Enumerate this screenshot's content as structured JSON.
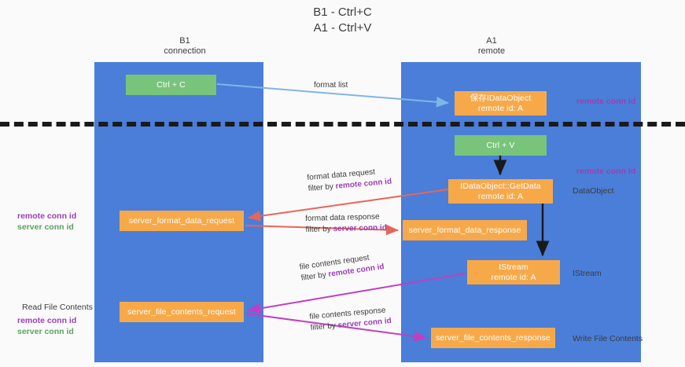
{
  "title": "B1 - Ctrl+C\nA1 - Ctrl+V",
  "columns": {
    "left": {
      "name": "B1",
      "role": "connection",
      "label": "B1\nconnection"
    },
    "right": {
      "name": "A1",
      "role": "remote",
      "label": "A1\nremote"
    }
  },
  "colors": {
    "lane": "#4a7ed8",
    "green_node": "#79c47b",
    "orange_node": "#f7a94a",
    "purple_text": "#9b3fb5",
    "green_text": "#5aa45e",
    "blue_arrow": "#7eb6e8",
    "red_arrow": "#e8655a",
    "magenta_arrow": "#c13fc1",
    "black_arrow": "#1a1a1a",
    "divider": "#1a1a1a",
    "background": "#fafafa"
  },
  "nodes": {
    "ctrl_c": {
      "label": "Ctrl + C",
      "kind": "green"
    },
    "save_idataobject": {
      "label": "保存IDataObject\nremote id: A",
      "kind": "orange"
    },
    "ctrl_v": {
      "label": "Ctrl + V",
      "kind": "green"
    },
    "getdata": {
      "label": "IDataObject::GetData\nremote id: A",
      "kind": "orange"
    },
    "server_format_data_request": {
      "label": "server_format_data_request",
      "kind": "orange"
    },
    "server_format_data_response": {
      "label": "server_format_data_response",
      "kind": "orange"
    },
    "istream": {
      "label": "IStream\nremote id: A",
      "kind": "orange"
    },
    "server_file_contents_request": {
      "label": "server_file_contents_request",
      "kind": "orange"
    },
    "server_file_contents_response": {
      "label": "server_file_contents_response",
      "kind": "orange"
    }
  },
  "arrow_labels": {
    "format_list": {
      "line1": "format list"
    },
    "format_data_request": {
      "line1": "format data request",
      "filter_prefix": "filter by ",
      "filter_key": "remote conn id"
    },
    "format_data_response": {
      "line1": "format data response",
      "filter_prefix": "filter by ",
      "filter_key": "server conn id"
    },
    "file_contents_request": {
      "line1": "file contents request",
      "filter_prefix": "filter by ",
      "filter_key": "remote conn id"
    },
    "file_contents_response": {
      "line1": "file contents response",
      "filter_prefix": "filter by ",
      "filter_key": "server conn id"
    }
  },
  "annotations": {
    "right_remote_conn_id_top": "remote conn id",
    "right_remote_conn_id_mid": "remote conn id",
    "right_dataobject": "DataObject",
    "right_istream": "IStream",
    "right_write_file_contents": "Write File Contents",
    "left_read_file_contents": "Read File Contents",
    "left_remote_conn_id_a": "remote conn id",
    "left_server_conn_id_a": "server conn id",
    "left_remote_conn_id_b": "remote conn id",
    "left_server_conn_id_b": "server conn id"
  }
}
